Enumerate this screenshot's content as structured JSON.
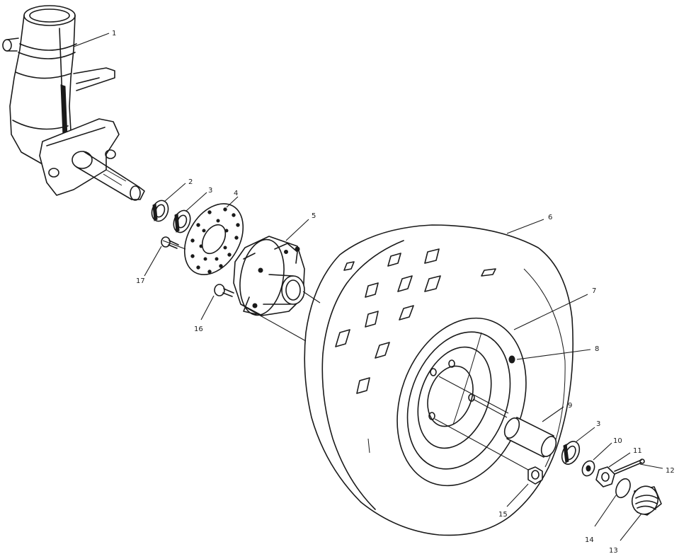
{
  "callouts": {
    "c1": "1",
    "c2": "2",
    "c3a": "3",
    "c4": "4",
    "c5": "5",
    "c6": "6",
    "c7": "7",
    "c8": "8",
    "c9": "9",
    "c3b": "3",
    "c10": "10",
    "c11": "11",
    "c12": "12",
    "c13": "13",
    "c14": "14",
    "c15": "15",
    "c16": "16",
    "c17": "17"
  }
}
